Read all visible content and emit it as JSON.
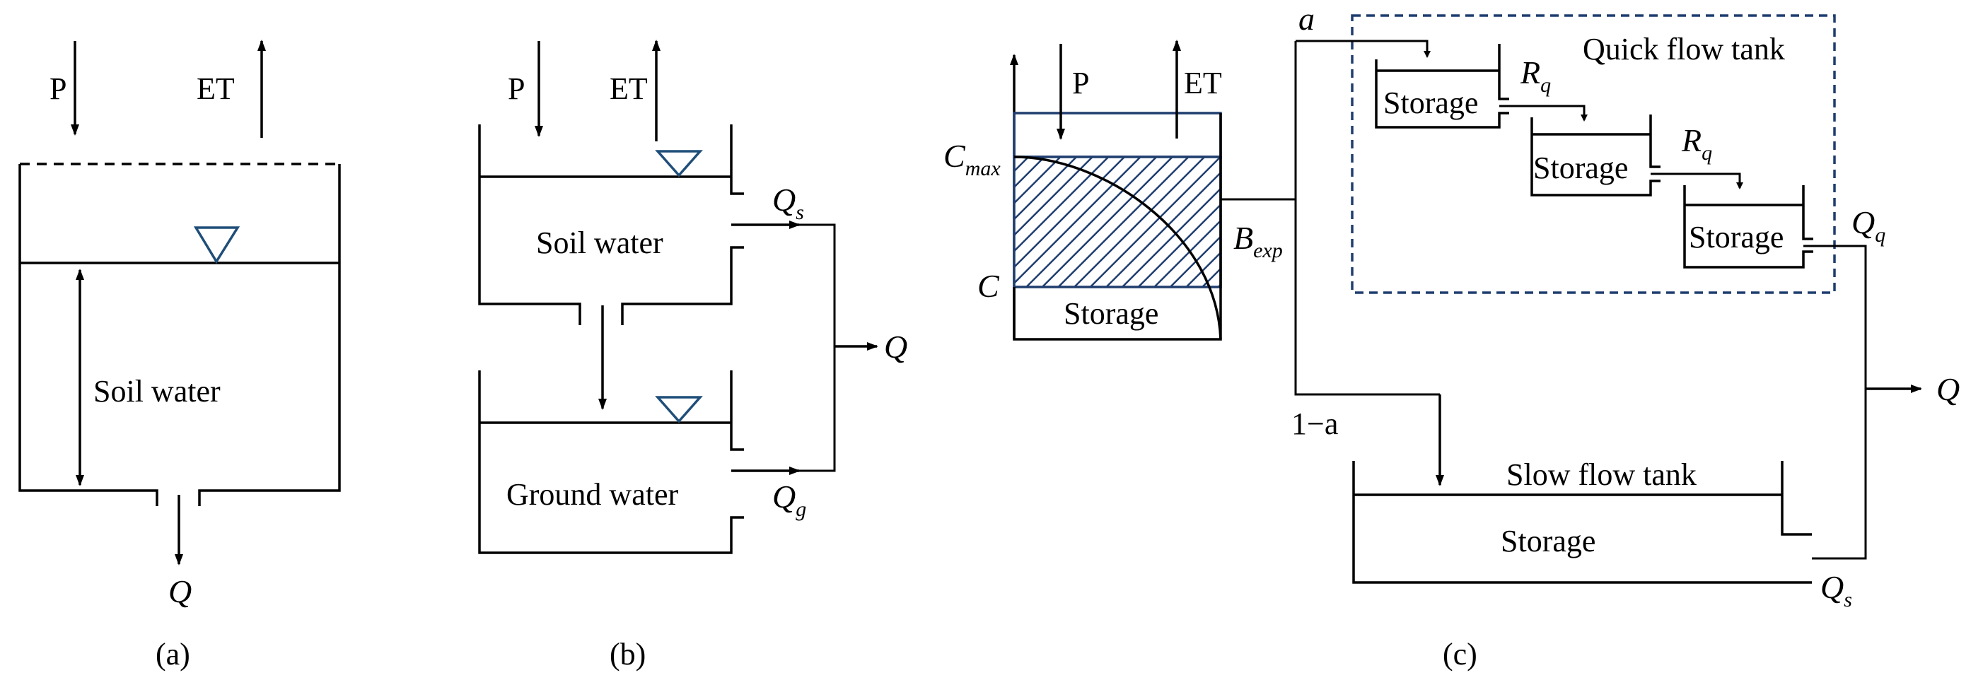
{
  "panel_a": {
    "precip": "P",
    "et": "ET",
    "store": "Soil water",
    "outflow": "Q",
    "caption": "(a)"
  },
  "panel_b": {
    "precip": "P",
    "et": "ET",
    "upper_store": "Soil water",
    "lower_store": "Ground water",
    "qs_main": "Q",
    "qs_sub": "s",
    "qg_main": "Q",
    "qg_sub": "g",
    "outflow": "Q",
    "caption": "(b)"
  },
  "panel_c": {
    "precip": "P",
    "et": "ET",
    "cmax_main": "C",
    "cmax_sub": "max",
    "c_label": "C",
    "storage": "Storage",
    "bexp_main": "B",
    "bexp_sub": "exp",
    "split_a": "a",
    "split_1a": "1−a",
    "quick_title": "Quick flow tank",
    "quick_store_1": "Storage",
    "quick_store_2": "Storage",
    "quick_store_3": "Storage",
    "rq1_main": "R",
    "rq1_sub": "q",
    "rq2_main": "R",
    "rq2_sub": "q",
    "qq_main": "Q",
    "qq_sub": "q",
    "slow_title": "Slow flow tank",
    "slow_store": "Storage",
    "qs_main": "Q",
    "qs_sub": "s",
    "outflow": "Q",
    "caption": "(c)"
  },
  "colors": {
    "line": "#000000",
    "water_level_marker": "#1f4e79",
    "quick_box_border": "#1f3d6e",
    "hatch": "#1f3d6e"
  }
}
